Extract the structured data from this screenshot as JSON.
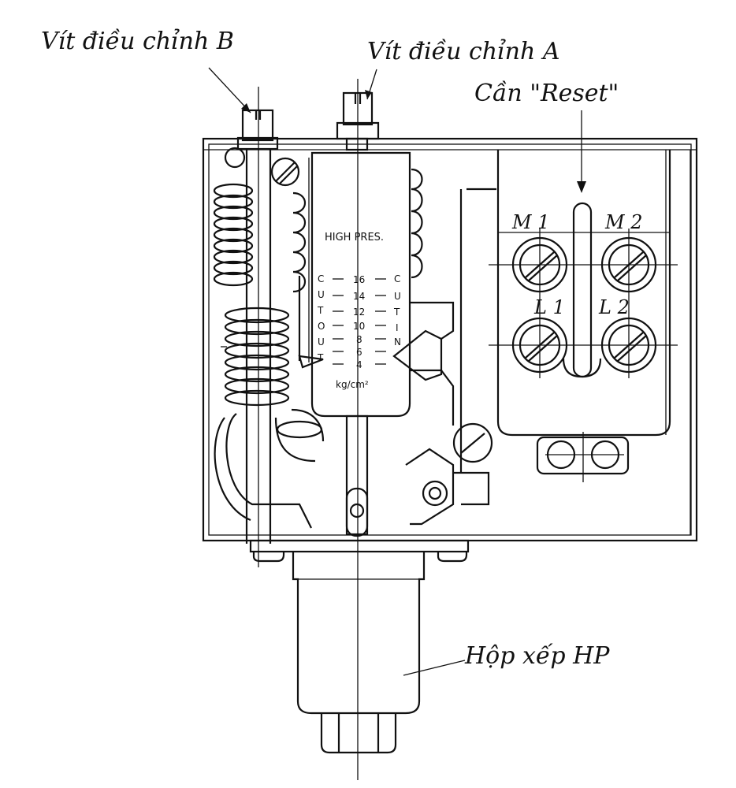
{
  "labels": {
    "screw_b": "Vít điều chỉnh B",
    "screw_a": "Vít điều chỉnh A",
    "reset_lever": "Cần \"Reset\"",
    "bellows": "Hộp xếp HP",
    "m1": "M 1",
    "m2": "M 2",
    "l1": "L 1",
    "l2": "L 2"
  },
  "scale": {
    "title": "HIGH PRES.",
    "left_letters": [
      "C",
      "U",
      "T",
      "O",
      "U",
      "T"
    ],
    "right_letters": [
      "C",
      "U",
      "T",
      "I",
      "N"
    ],
    "values": [
      "16",
      "14",
      "12",
      "10",
      "8",
      "6",
      "4"
    ],
    "unit": "kg/cm²"
  }
}
